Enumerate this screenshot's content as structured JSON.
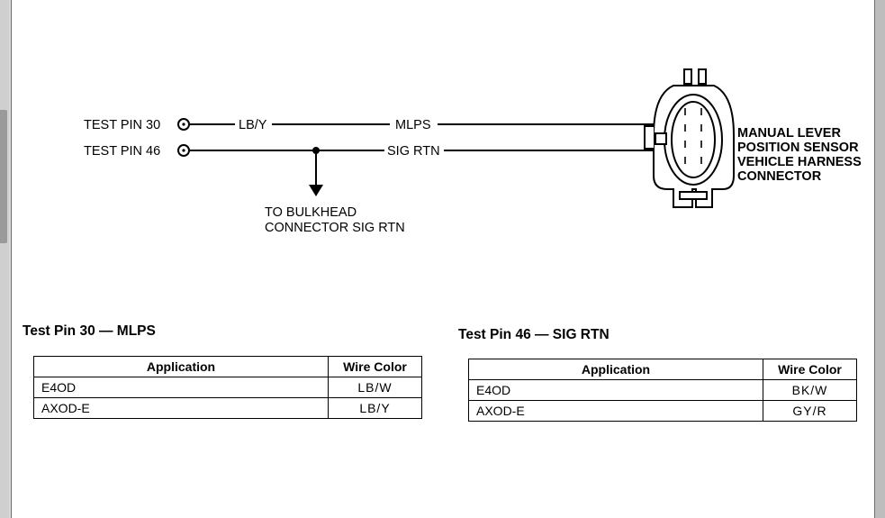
{
  "wiring_diagram": {
    "test_pin_30_label": "TEST PIN 30",
    "test_pin_46_label": "TEST PIN 46",
    "wire_lby_label": "LB/Y",
    "mlps_label": "MLPS",
    "sig_rtn_label": "SIG RTN",
    "bulkhead_note": [
      "TO BULKHEAD",
      "CONNECTOR SIG RTN"
    ],
    "connector_label": [
      "MANUAL LEVER",
      "POSITION SENSOR",
      "VEHICLE HARNESS",
      "CONNECTOR"
    ]
  },
  "tables": [
    {
      "title": "Test Pin 30 — MLPS",
      "headers": [
        "Application",
        "Wire Color"
      ],
      "rows": [
        [
          "E4OD",
          "LB/W"
        ],
        [
          "AXOD-E",
          "LB/Y"
        ]
      ]
    },
    {
      "title": "Test Pin 46 — SIG RTN",
      "headers": [
        "Application",
        "Wire Color"
      ],
      "rows": [
        [
          "E4OD",
          "BK/W"
        ],
        [
          "AXOD-E",
          "GY/R"
        ]
      ]
    }
  ]
}
